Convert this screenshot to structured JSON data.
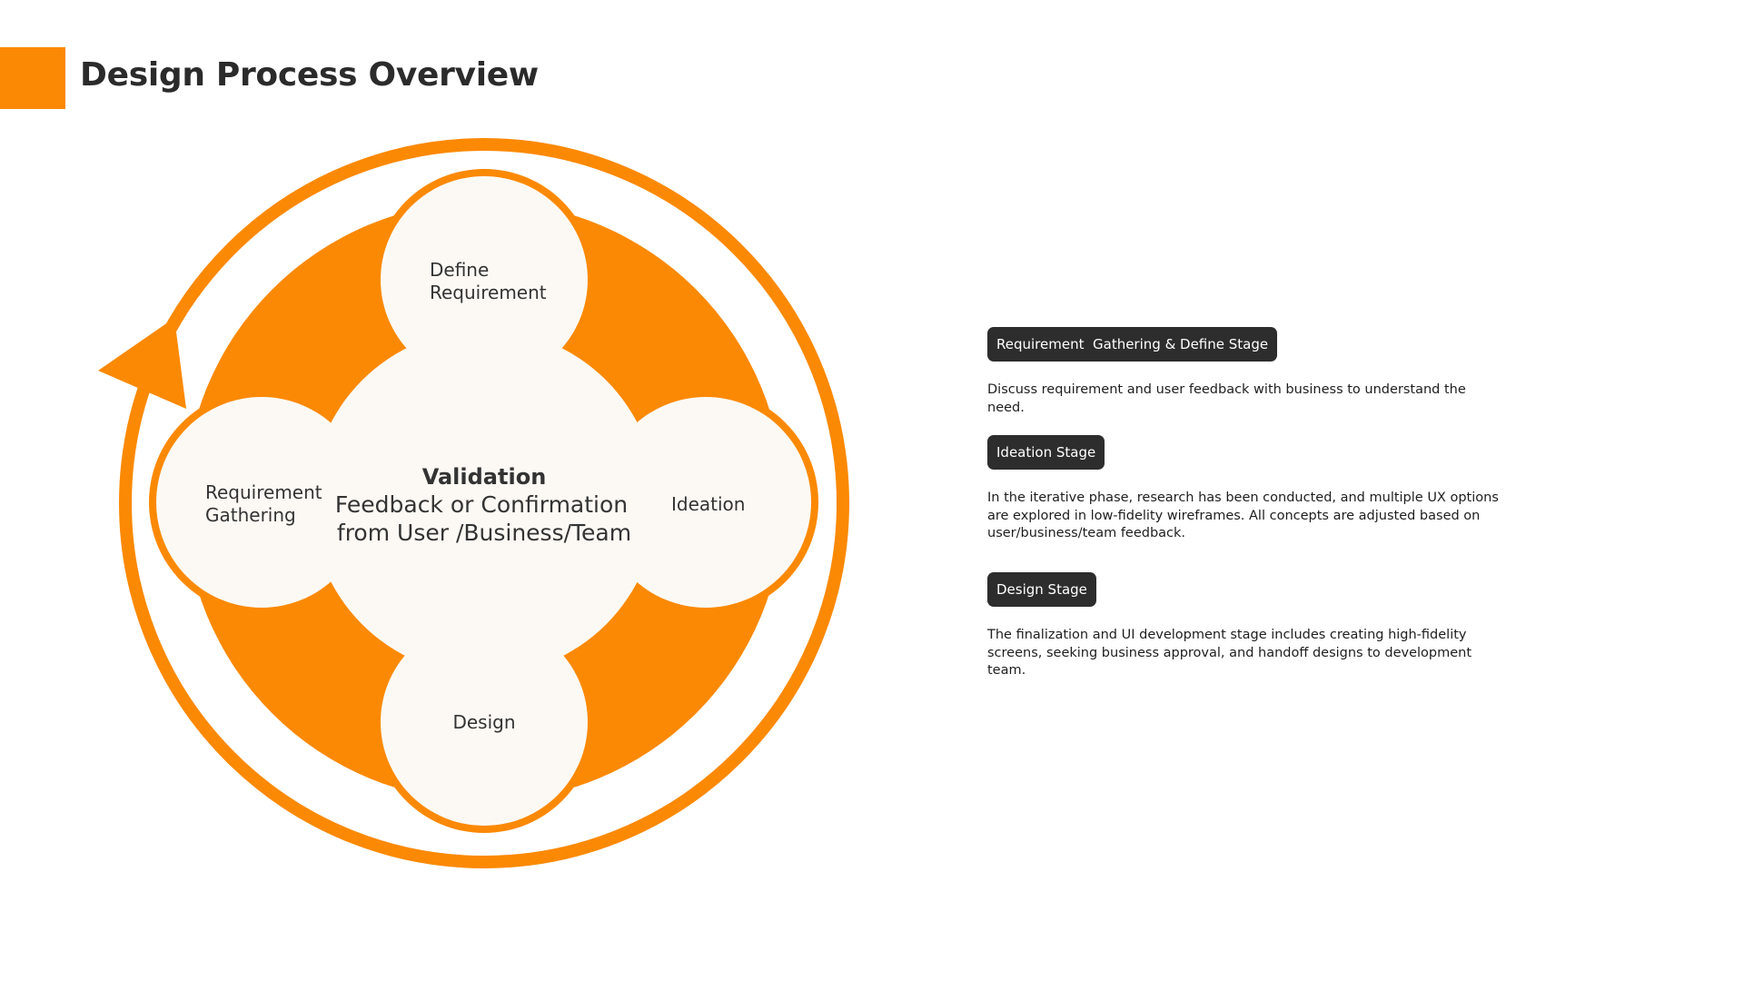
{
  "header": {
    "title": "Design Process Overview",
    "accent_color": "#FB8903"
  },
  "diagram": {
    "colors": {
      "orange": "#FB8903",
      "node_fill": "#FCF9F4"
    },
    "nodes": {
      "top": {
        "lines": [
          "Define",
          "Requirement"
        ]
      },
      "left": {
        "lines": [
          "Requirement",
          "Gathering"
        ]
      },
      "right": {
        "lines": [
          "Ideation"
        ]
      },
      "bottom": {
        "lines": [
          "Design"
        ]
      }
    },
    "center": {
      "title": "Validation",
      "subtitle_line1": "Feedback or Confirmation",
      "subtitle_line2": "from User /Business/Team"
    },
    "cycle_arrow_icon": "cycle-arrow-icon"
  },
  "stages": [
    {
      "badge": "Requirement  Gathering & Define Stage",
      "description": "Discuss requirement and user feedback with business to understand the need."
    },
    {
      "badge": "Ideation Stage",
      "description": "In the iterative phase, research has been conducted, and multiple UX options are explored in low-fidelity wireframes. All concepts are adjusted based on user/business/team feedback."
    },
    {
      "badge": "Design Stage",
      "description": "The finalization and UI development stage includes creating high-fidelity screens, seeking business approval, and handoff designs to development team."
    }
  ]
}
